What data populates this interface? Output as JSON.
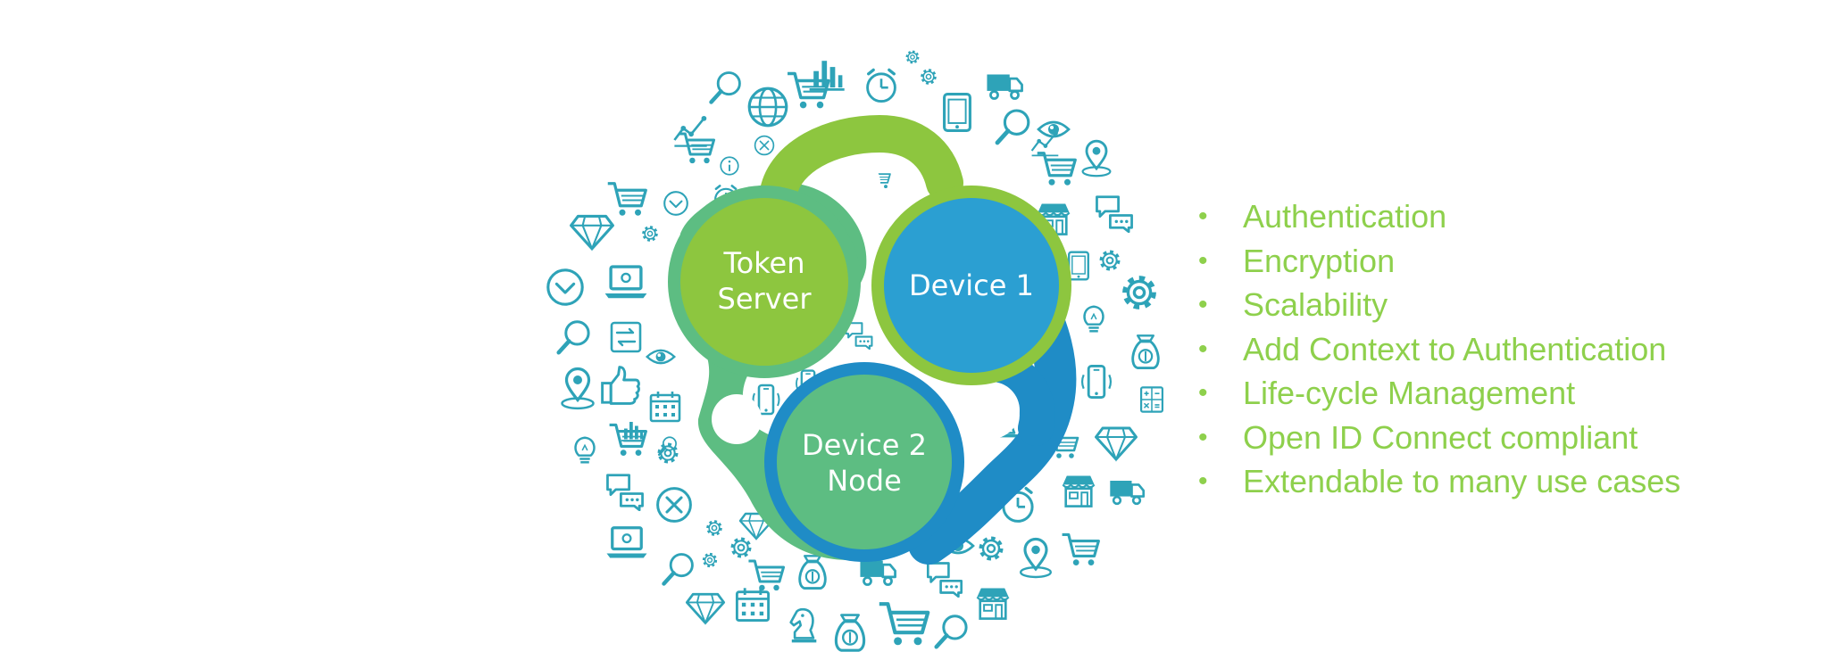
{
  "colors": {
    "icon": "#2ea3b8",
    "green_dark": "#5dbd82",
    "green_light": "#8dc63f",
    "blue": "#2b9fd2",
    "blue_ring": "#1f8cc6",
    "text_green": "#8ed04c",
    "label": "#ffffff"
  },
  "nodes": {
    "token_server": {
      "line1": "Token",
      "line2": "Server"
    },
    "device1": {
      "line1": "Device 1"
    },
    "device2": {
      "line1": "Device 2",
      "line2": "Node"
    }
  },
  "background_icons": [
    "magnifier-icon",
    "globe-icon",
    "shopping-cart-icon",
    "bar-chart-icon",
    "clock-icon",
    "gear-icon",
    "delivery-truck-icon",
    "tablet-icon",
    "eye-icon",
    "diamond-icon",
    "laptop-icon",
    "chat-bubbles-icon",
    "location-pin-icon",
    "calendar-icon",
    "money-bag-icon",
    "lightbulb-icon",
    "thumbs-up-icon",
    "shop-icon",
    "chess-knight-icon",
    "smartphone-icon",
    "transfer-arrows-icon",
    "calculator-icon",
    "close-circle-icon",
    "chevron-circle-icon"
  ],
  "features": [
    "Authentication",
    "Encryption",
    "Scalability",
    "Add Context to Authentication",
    "Life-cycle Management",
    "Open ID Connect compliant",
    "Extendable to many use cases"
  ]
}
